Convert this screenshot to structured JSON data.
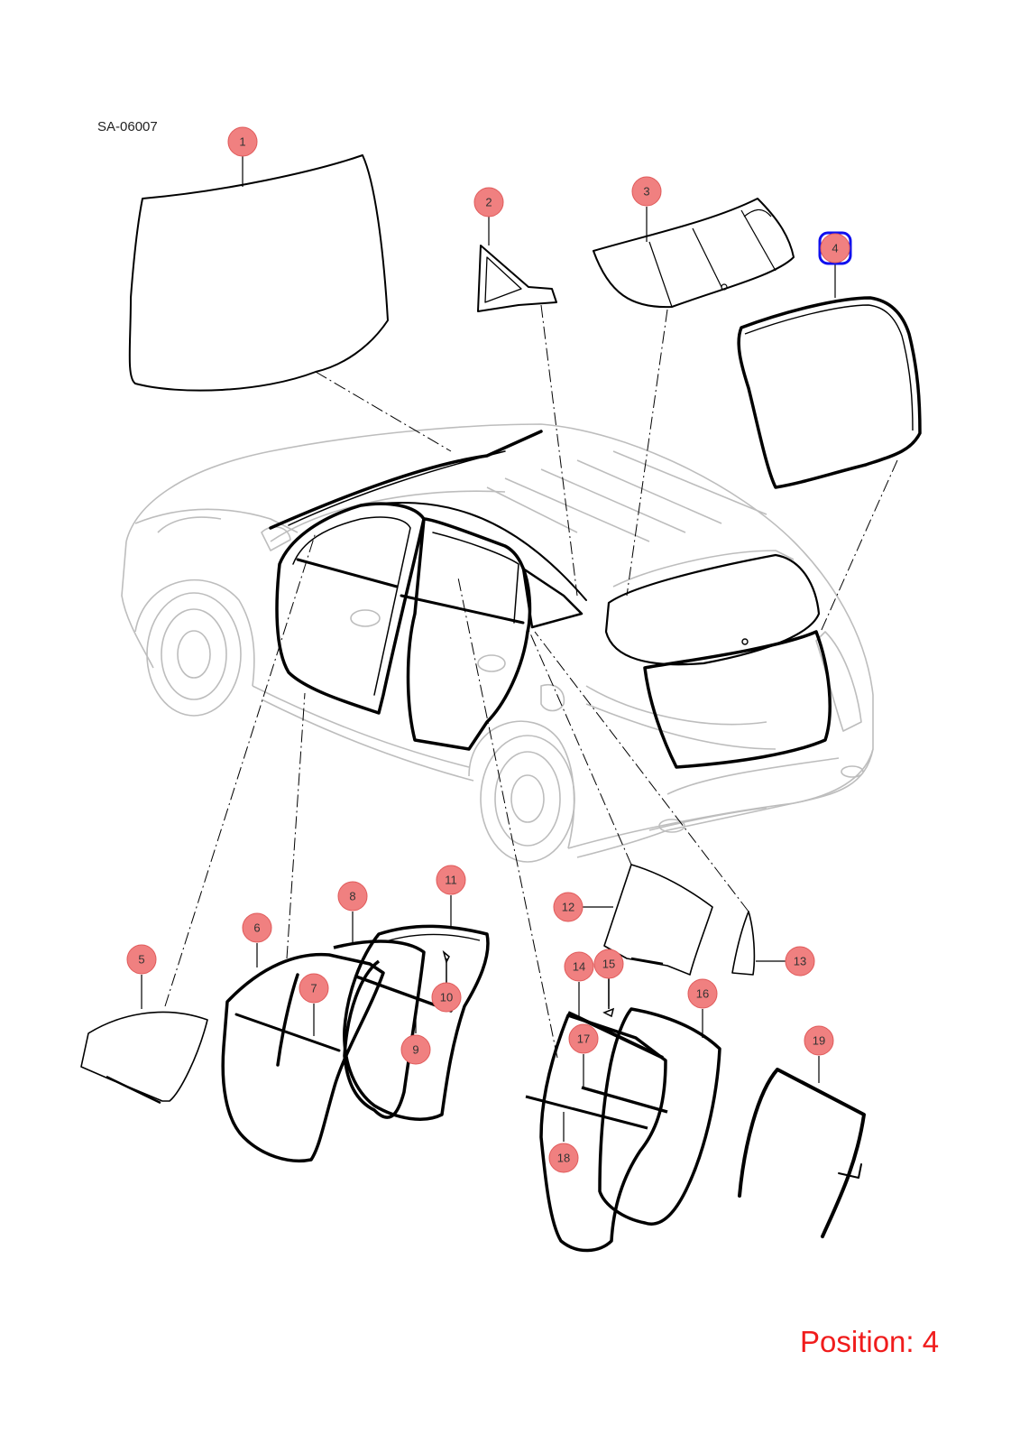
{
  "drawing_code": "SA-06007",
  "position_text": "Position: 4",
  "selected_callout": "4",
  "colors": {
    "callout_fill": "#f08080",
    "callout_stroke": "#e05a5a",
    "selected_outline": "#1010ee",
    "position_text": "#f01c1c",
    "line": "#000000",
    "car_outline": "#bdbdbd"
  },
  "callouts": [
    {
      "id": "1",
      "label": "1"
    },
    {
      "id": "2",
      "label": "2"
    },
    {
      "id": "3",
      "label": "3"
    },
    {
      "id": "4",
      "label": "4"
    },
    {
      "id": "5",
      "label": "5"
    },
    {
      "id": "6",
      "label": "6"
    },
    {
      "id": "7",
      "label": "7"
    },
    {
      "id": "8",
      "label": "8"
    },
    {
      "id": "9",
      "label": "9"
    },
    {
      "id": "10",
      "label": "10"
    },
    {
      "id": "11",
      "label": "11"
    },
    {
      "id": "12",
      "label": "12"
    },
    {
      "id": "13",
      "label": "13"
    },
    {
      "id": "14",
      "label": "14"
    },
    {
      "id": "15",
      "label": "15"
    },
    {
      "id": "16",
      "label": "16"
    },
    {
      "id": "17",
      "label": "17"
    },
    {
      "id": "18",
      "label": "18"
    },
    {
      "id": "19",
      "label": "19"
    }
  ]
}
